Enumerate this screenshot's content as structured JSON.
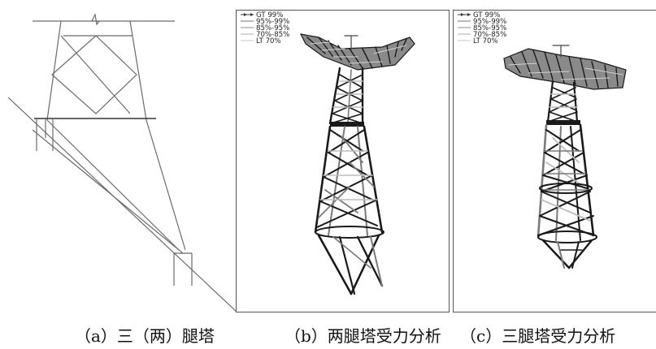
{
  "captions": {
    "a": "（a）三（两）腿塔",
    "b": "（b）两腿塔受力分析",
    "c": "（c）三腿塔受力分析"
  },
  "legend": {
    "items": [
      "GT 99%",
      "95%-99%",
      "85%-95%",
      "70%-85%",
      "LT 70%"
    ]
  },
  "colors": {
    "background": "#ffffff",
    "frame": "#555555",
    "member_dark": "#1a1a1a",
    "member_mid": "#7a7a7a",
    "member_light": "#bdbdbd",
    "schematic_line": "#6b6b6b"
  },
  "icons": {
    "legend_marker": "arrow-marker-icon"
  }
}
